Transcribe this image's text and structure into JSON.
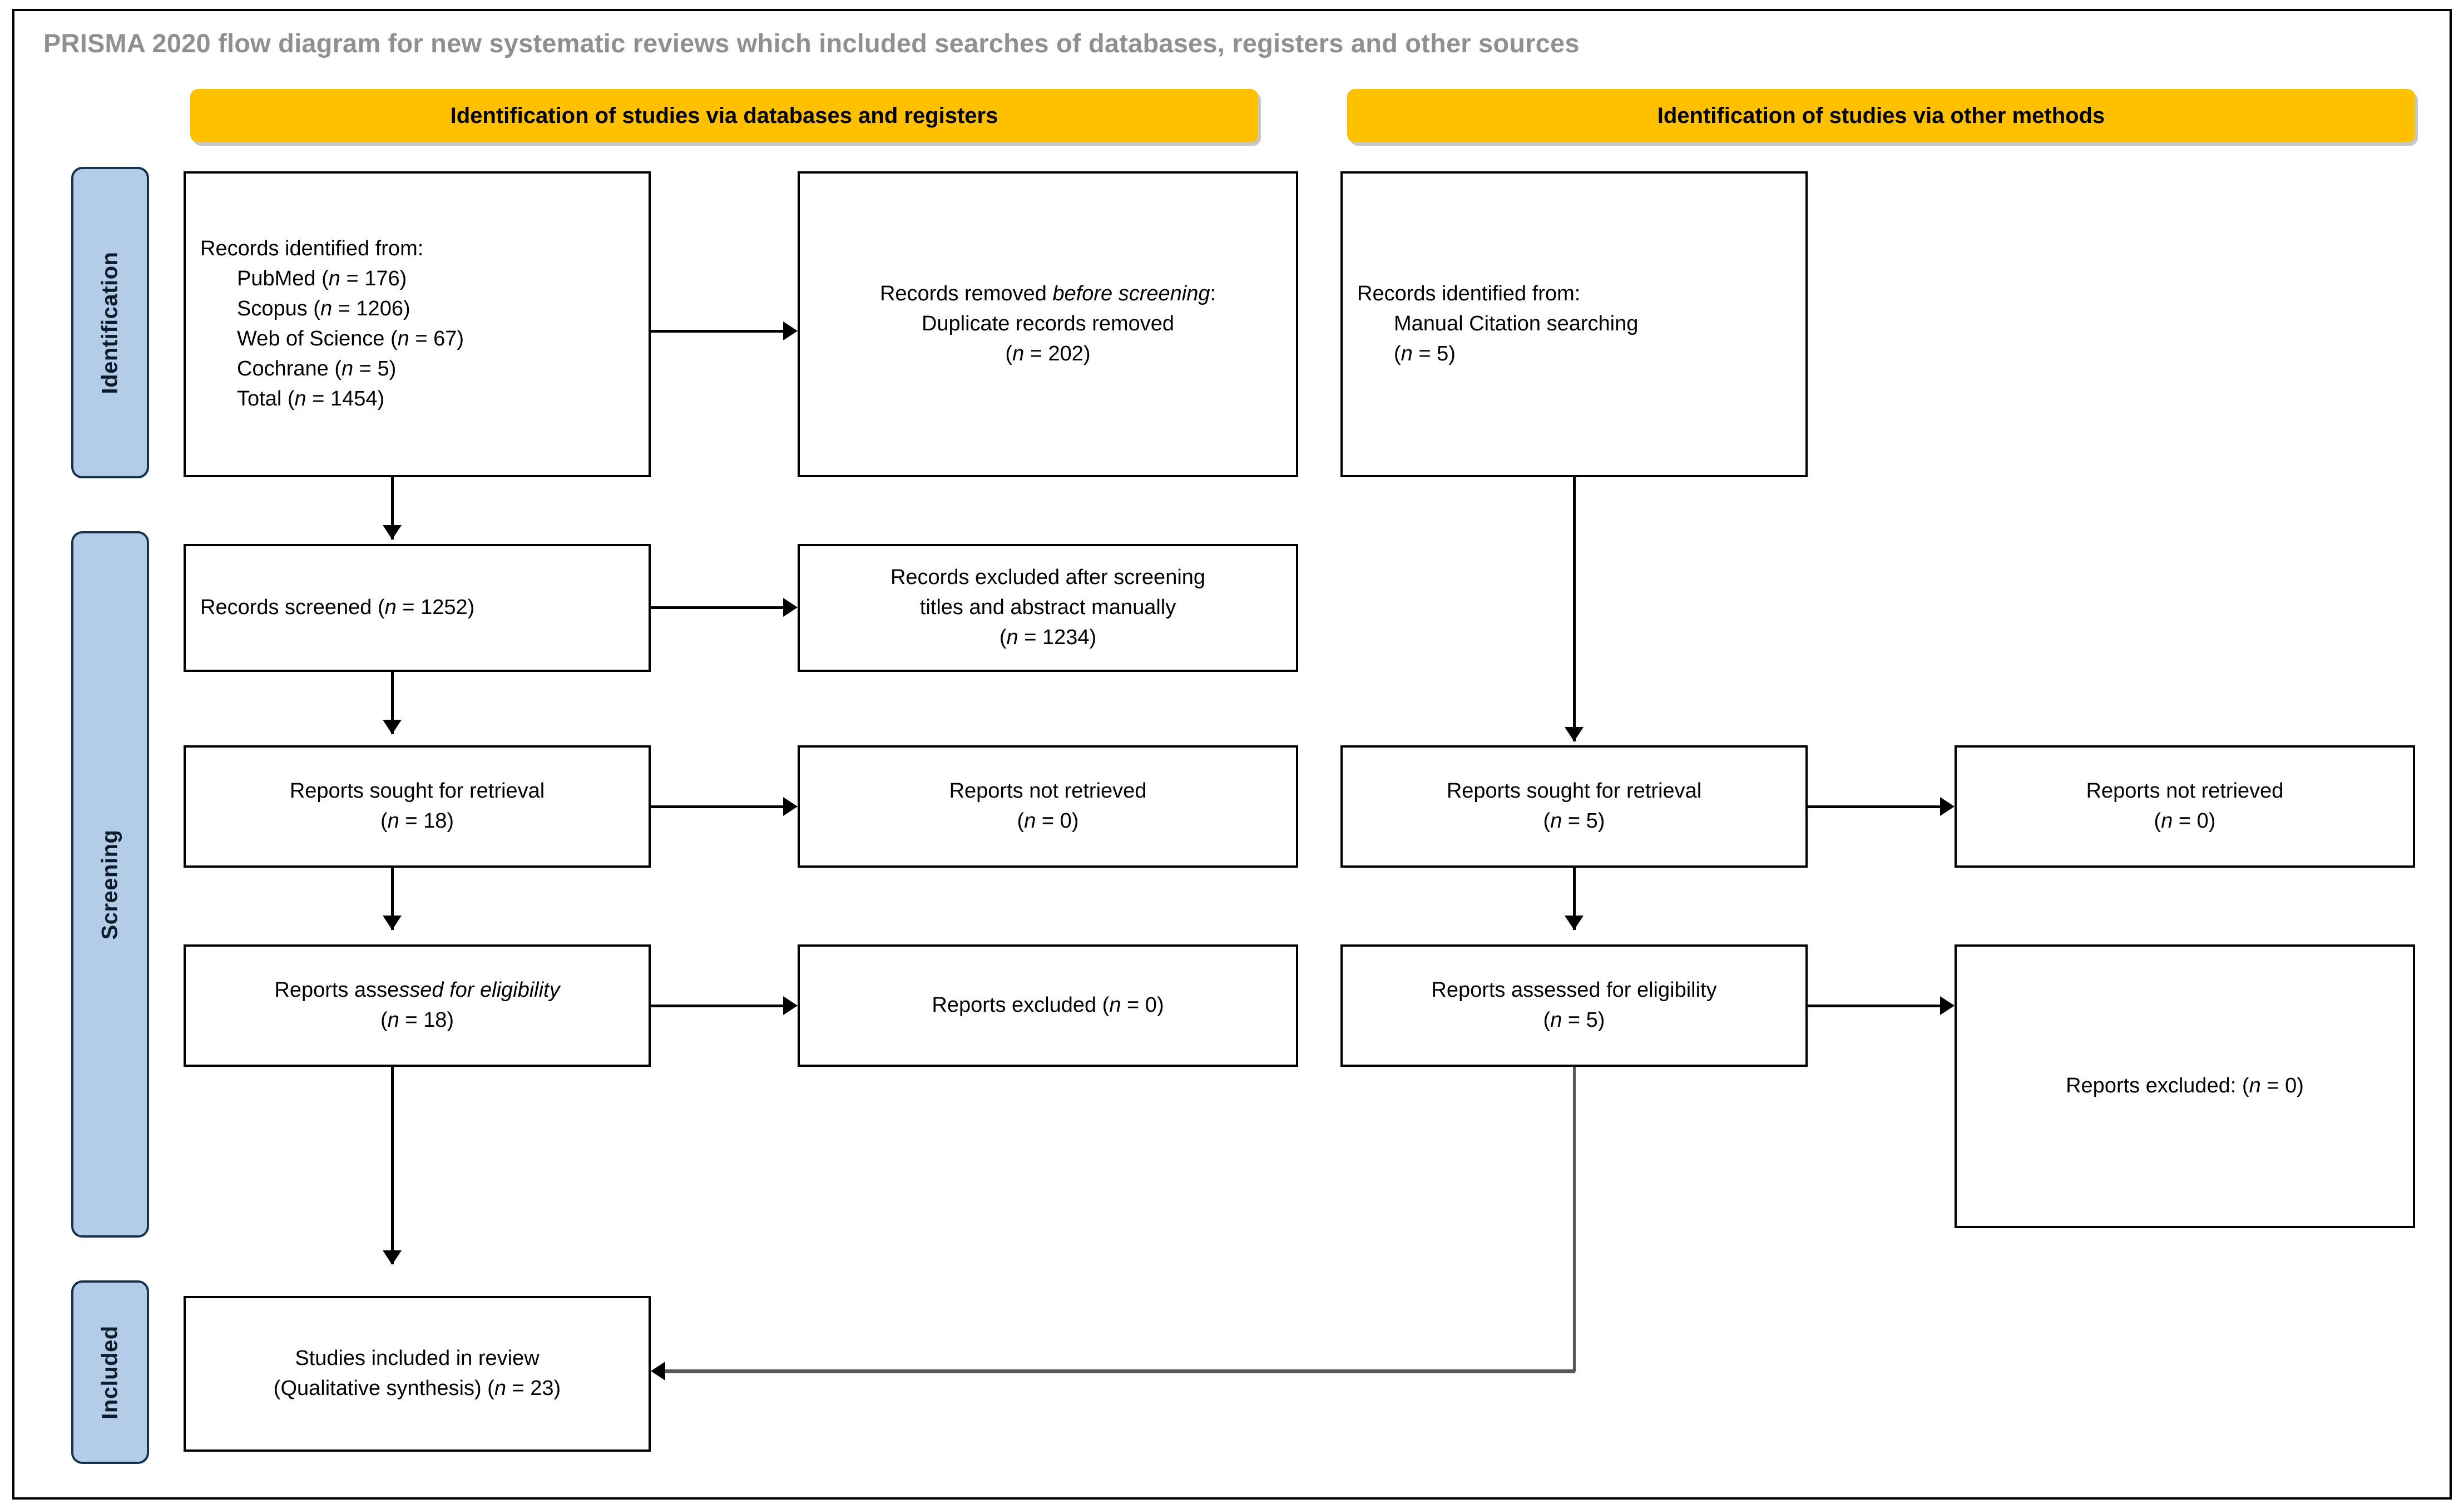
{
  "figure": {
    "title": "PRISMA 2020 flow diagram for new systematic reviews which included searches of databases, registers and other sources",
    "title_color": "#8e9094",
    "banner_color": "#FFC000",
    "stage_tab_color": "#b3cde8"
  },
  "banners": {
    "left": "Identification of studies via databases and registers",
    "right": "Identification of studies via other methods"
  },
  "stages": {
    "identification": "Identification",
    "screening": "Screening",
    "included": "Included"
  },
  "left_column": {
    "records_identified": {
      "heading": "Records identified from:",
      "sources": [
        {
          "label": "PubMed",
          "n": "176"
        },
        {
          "label": "Scopus",
          "n": "1206"
        },
        {
          "label": "Web of Science",
          "n": "67"
        },
        {
          "label": "Cochrane",
          "n": "5"
        },
        {
          "label": "Total",
          "n": "1454"
        }
      ],
      "lines": [
        "Records identified from:",
        "PubMed (n = 176)",
        "Scopus (n = 1206)",
        "Web of Science (n = 67)",
        "Cochrane (n = 5)",
        "Total (n = 1454)"
      ]
    },
    "records_removed": {
      "line1": "Records removed ",
      "line1_italic": "before screening",
      "line1_end": ":",
      "line2": "Duplicate records removed",
      "line3_n": "202"
    },
    "records_screened": {
      "label": "Records screened",
      "n": "1252"
    },
    "records_excluded": {
      "line1": "Records excluded after screening",
      "line2": "titles and abstract manually",
      "n": "1234"
    },
    "reports_sought": {
      "label": "Reports sought for retrieval",
      "n": "18"
    },
    "reports_not_retrieved": {
      "label": "Reports not retrieved",
      "n": "0"
    },
    "reports_assessed": {
      "label_pre": "Reports asse",
      "label_italic": "ssed for eligibility",
      "n": "18"
    },
    "reports_excluded": {
      "label": "Reports excluded",
      "n": "0"
    }
  },
  "right_column": {
    "records_identified": {
      "heading": "Records identified from:",
      "source": "Manual Citation searching",
      "n": "5"
    },
    "reports_sought": {
      "label": "Reports sought for retrieval",
      "n": "5"
    },
    "reports_not_retrieved": {
      "label": "Reports not retrieved",
      "n": "0"
    },
    "reports_assessed": {
      "label": "Reports assessed for eligibility",
      "n": "5"
    },
    "reports_excluded": {
      "label": "Reports excluded:",
      "n": "0"
    }
  },
  "included_box": {
    "line1": "Studies included in review",
    "line2_pre": "(Qualitative synthesis) (",
    "line2_italic": "n",
    "line2_end": " = 23)"
  }
}
